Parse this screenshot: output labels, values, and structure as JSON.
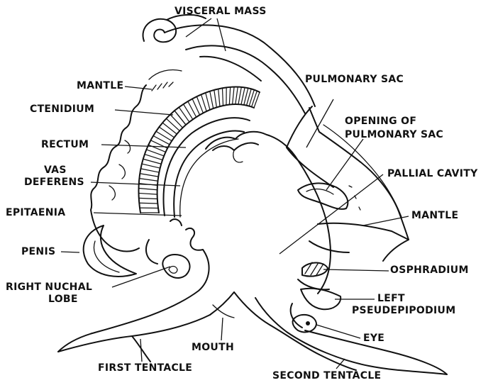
{
  "labels": {
    "visceral_mass": "VISCERAL MASS",
    "mantle_top": "MANTLE",
    "ctenidium": "CTENIDIUM",
    "rectum": "RECTUM",
    "vas_deferens_1": "VAS",
    "vas_deferens_2": "DEFERENS",
    "epitaenia": "EPITAENIA",
    "penis": "PENIS",
    "right_nuchal_1": "RIGHT NUCHAL",
    "right_nuchal_2": "LOBE",
    "first_tentacle": "FIRST TENTACLE",
    "mouth": "MOUTH",
    "second_tentacle": "SECOND TENTACLE",
    "pulmonary_sac": "PULMONARY SAC",
    "opening_1": "OPENING OF",
    "opening_2": "PULMONARY SAC",
    "pallial_cavity": "PALLIAL CAVITY",
    "mantle_right": "MANTLE",
    "osphradium": "OSPHRADIUM",
    "left_pseud_1": "LEFT",
    "left_pseud_2": "PSEUDEPIPODIUM",
    "eye": "EYE"
  }
}
